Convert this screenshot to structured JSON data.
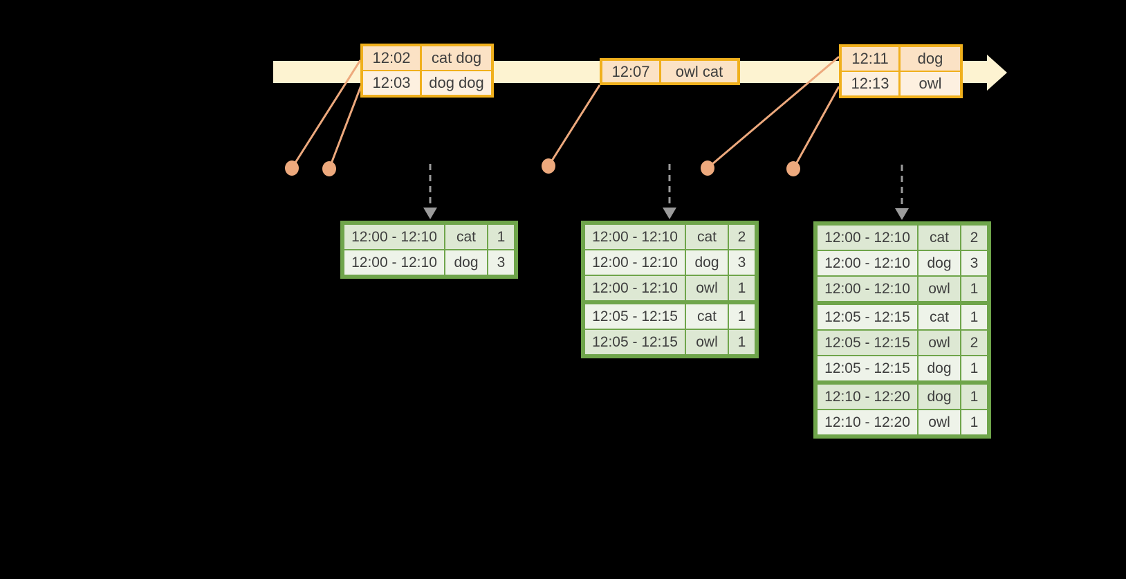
{
  "background_color": "#000000",
  "colors": {
    "timeline_band": "#fdf3d1",
    "event_table_border": "#f0b01d",
    "event_row_dark": "#fbe2c5",
    "event_row_light": "#fdf0e0",
    "result_table_border": "#6fa54b",
    "result_row_dark": "#dde8d3",
    "result_row_light": "#eef3e9",
    "connector_salmon": "#eda97d",
    "dashed_arrow_gray": "#9b9b9b",
    "text": "#3e3e3e"
  },
  "timeline": {
    "event_tables": [
      {
        "rows": [
          {
            "time": "12:02",
            "words": "cat dog"
          },
          {
            "time": "12:03",
            "words": "dog dog"
          }
        ]
      },
      {
        "rows": [
          {
            "time": "12:07",
            "words": "owl cat"
          }
        ]
      },
      {
        "rows": [
          {
            "time": "12:11",
            "words": "dog"
          },
          {
            "time": "12:13",
            "words": "owl"
          }
        ]
      }
    ]
  },
  "result_tables": [
    {
      "rows": [
        {
          "window": "12:00 - 12:10",
          "word": "cat",
          "count": "1"
        },
        {
          "window": "12:00 - 12:10",
          "word": "dog",
          "count": "3"
        }
      ]
    },
    {
      "rows": [
        {
          "window": "12:00 - 12:10",
          "word": "cat",
          "count": "2"
        },
        {
          "window": "12:00 - 12:10",
          "word": "dog",
          "count": "3"
        },
        {
          "window": "12:00 - 12:10",
          "word": "owl",
          "count": "1"
        },
        {
          "window": "12:05 - 12:15",
          "word": "cat",
          "count": "1"
        },
        {
          "window": "12:05 - 12:15",
          "word": "owl",
          "count": "1"
        }
      ]
    },
    {
      "rows": [
        {
          "window": "12:00 - 12:10",
          "word": "cat",
          "count": "2"
        },
        {
          "window": "12:00 - 12:10",
          "word": "dog",
          "count": "3"
        },
        {
          "window": "12:00 - 12:10",
          "word": "owl",
          "count": "1"
        },
        {
          "window": "12:05 - 12:15",
          "word": "cat",
          "count": "1"
        },
        {
          "window": "12:05 - 12:15",
          "word": "owl",
          "count": "2"
        },
        {
          "window": "12:05 - 12:15",
          "word": "dog",
          "count": "1"
        },
        {
          "window": "12:10 - 12:20",
          "word": "dog",
          "count": "1"
        },
        {
          "window": "12:10 - 12:20",
          "word": "owl",
          "count": "1"
        }
      ]
    }
  ]
}
